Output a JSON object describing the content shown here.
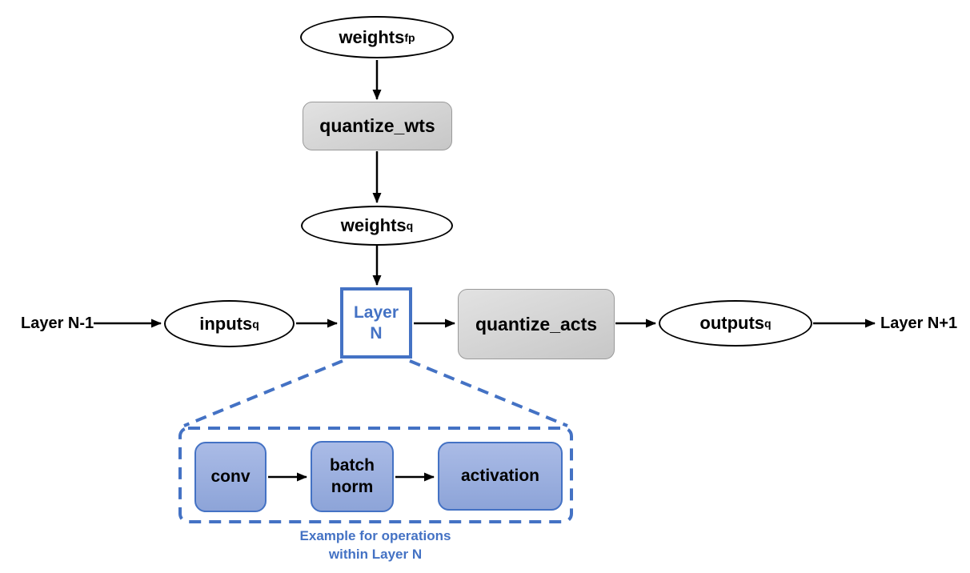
{
  "nodes": {
    "weights_fp": {
      "text": "weights",
      "sub": "fp"
    },
    "quantize_wts": {
      "label": "quantize_wts"
    },
    "weights_q": {
      "text": "weights",
      "sub": "q"
    },
    "layer_n": {
      "line1": "Layer",
      "line2": "N"
    },
    "layer_prev": {
      "label": "Layer N-1"
    },
    "inputs_q": {
      "text": "inputs",
      "sub": "q"
    },
    "quantize_acts": {
      "label": "quantize_acts"
    },
    "outputs_q": {
      "text": "outputs",
      "sub": "q"
    },
    "layer_next": {
      "label": "Layer N+1"
    },
    "conv": {
      "label": "conv"
    },
    "batch_norm": {
      "line1": "batch",
      "line2": "norm"
    },
    "activation": {
      "label": "activation"
    }
  },
  "caption": {
    "line1": "Example for operations",
    "line2": "within Layer N"
  },
  "colors": {
    "accent_blue": "#4472C4",
    "inner_box_fill_top": "#AABBE6",
    "inner_box_fill_bottom": "#8DA4D8",
    "gray_box_fill": "#D6D6D6",
    "gray_box_border": "#9A9A9A",
    "arrow_black": "#000000",
    "node_fill_white": "#FFFFFF"
  }
}
